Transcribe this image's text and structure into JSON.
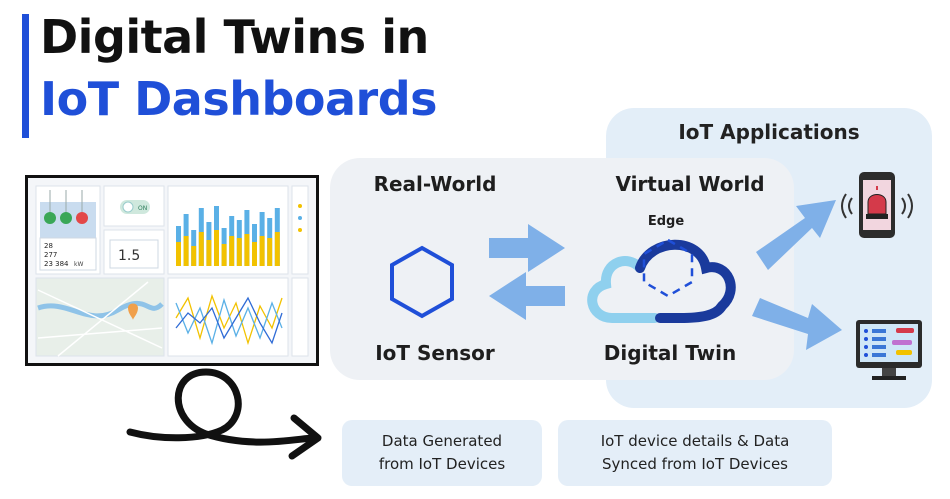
{
  "title": {
    "line1": "Digital Twins in",
    "line2": "IoT Dashboards"
  },
  "labels": {
    "real_world": "Real-World",
    "virtual_world": "Virtual World",
    "edge": "Edge",
    "iot_sensor": "IoT Sensor",
    "digital_twin": "Digital Twin",
    "iot_applications": "IoT Applications"
  },
  "captions": {
    "left": "Data Generated\nfrom IoT Devices",
    "right": "IoT device details & Data\nSynced from IoT Devices"
  },
  "dashboard": {
    "value1": "28",
    "value2": "277",
    "value3": "23 384",
    "unit3": "kW",
    "gauge_value": "1.5",
    "toggle": "ON"
  },
  "icons": [
    "hexagon-icon",
    "cloud-icon",
    "smartphone-alarm-icon",
    "monitor-icon",
    "arrow-icon"
  ],
  "colors": {
    "brand_blue": "#1f4fd8",
    "light_arrow": "#7fb0e8",
    "panel": "#eef1f5",
    "apps_panel": "#e3eef8"
  }
}
